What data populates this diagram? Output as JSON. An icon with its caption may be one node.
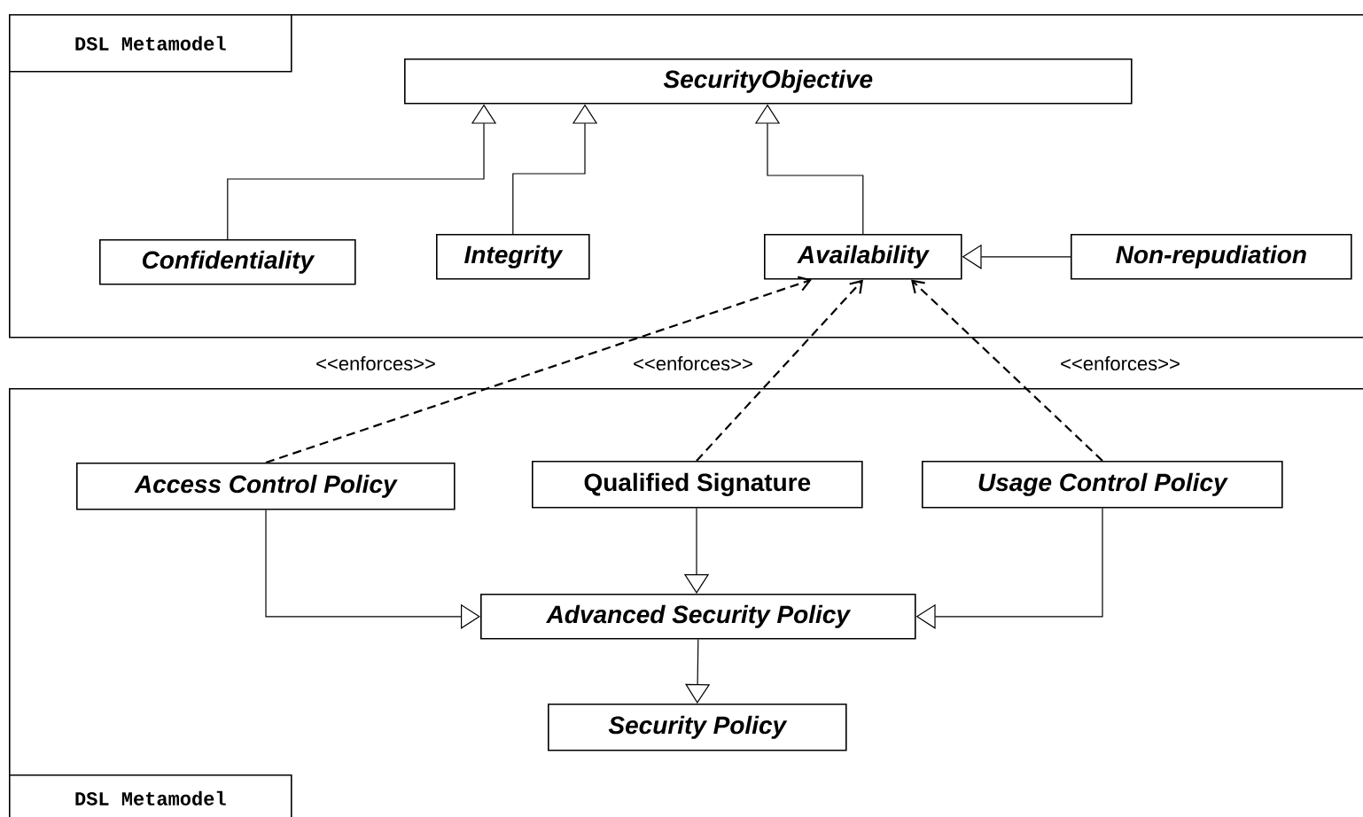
{
  "diagram": {
    "nodes": [
      {
        "text": [
          "DSL Metamodel"
        ]
      },
      {
        "text": [
          "SecurityObjective"
        ],
        "in": 0
      },
      {
        "text": [
          "Confidentiality"
        ],
        "in": 0
      },
      {
        "text": [
          "Integrity"
        ],
        "in": 0
      },
      {
        "text": [
          "Availability"
        ],
        "in": 0
      },
      {
        "text": [
          "Non-repudiation"
        ],
        "in": 0
      },
      {
        "text": [
          "DSL Metamodel"
        ]
      },
      {
        "text": [
          "Access Control Policy"
        ],
        "in": 6
      },
      {
        "text": [
          "Qualified Signature"
        ],
        "in": 6
      },
      {
        "text": [
          "Usage Control Policy"
        ],
        "in": 6
      },
      {
        "text": [
          "Advanced Security Policy"
        ],
        "in": 6
      },
      {
        "text": [
          "Security Policy"
        ],
        "in": 6
      }
    ],
    "edges": [
      {
        "from": 2,
        "to": 1,
        "arrow": "to"
      },
      {
        "from": 3,
        "to": 1,
        "arrow": "to"
      },
      {
        "from": 4,
        "to": 1,
        "arrow": "to"
      },
      {
        "from": 5,
        "to": 4,
        "arrow": "to"
      },
      {
        "from": 7,
        "to": 4,
        "arrow": "to",
        "style": "dashed",
        "label": "<<enforces>>"
      },
      {
        "from": 8,
        "to": 4,
        "arrow": "to",
        "style": "dashed",
        "label": "<<enforces>>"
      },
      {
        "from": 9,
        "to": 4,
        "arrow": "to",
        "style": "dashed",
        "label": "<<enforces>>"
      },
      {
        "from": 7,
        "to": 10,
        "arrow": "to"
      },
      {
        "from": 8,
        "to": 10,
        "arrow": "to"
      },
      {
        "from": 9,
        "to": 10,
        "arrow": "to"
      },
      {
        "from": 10,
        "to": 11,
        "arrow": "to"
      }
    ]
  }
}
